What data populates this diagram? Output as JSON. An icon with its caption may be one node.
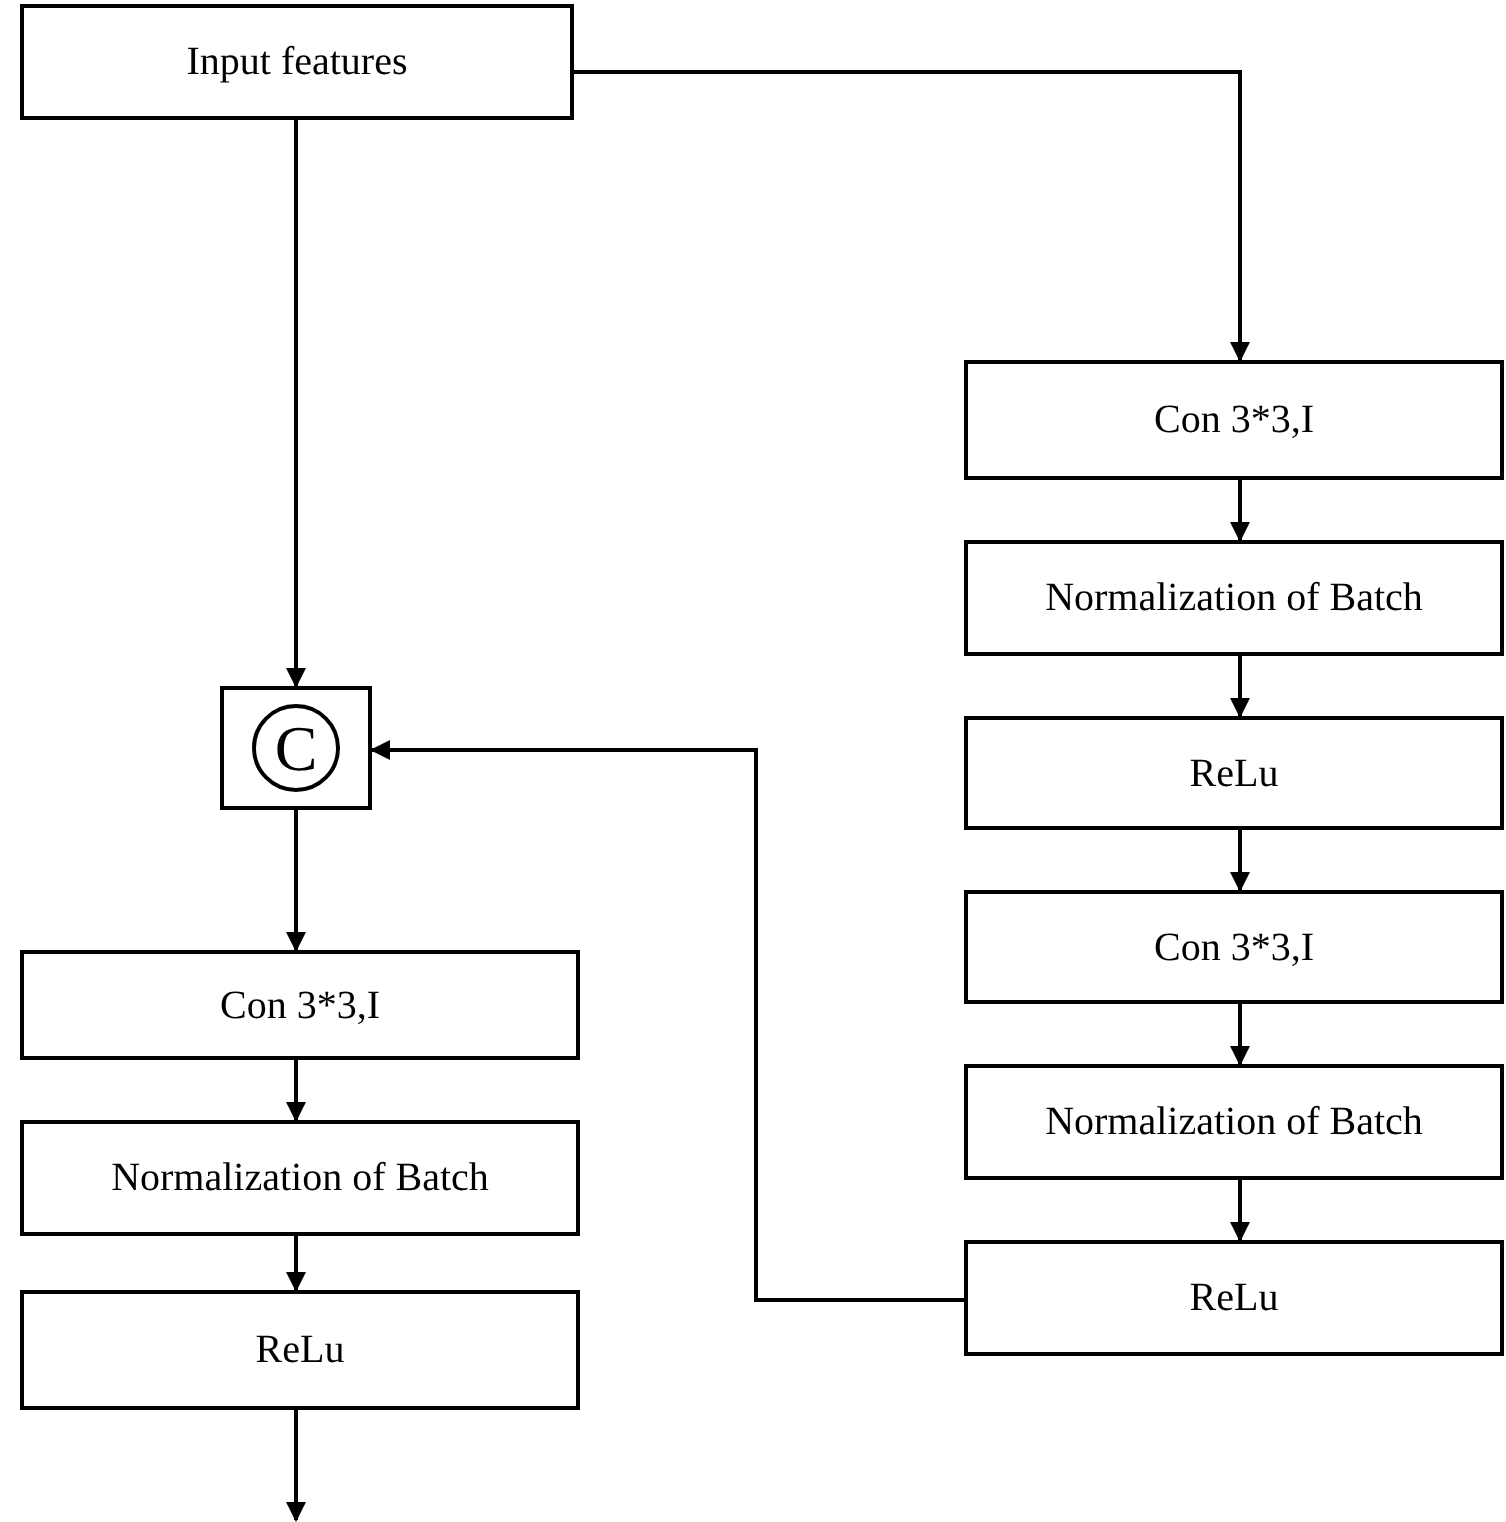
{
  "diagram": {
    "nodes": [
      {
        "text": [
          "Input features"
        ]
      },
      {
        "text": [
          "Con 3*3,I"
        ]
      },
      {
        "text": [
          "Normalization of Batch"
        ]
      },
      {
        "text": [
          "ReLu"
        ]
      },
      {
        "text": [
          "Con 3*3,I"
        ]
      },
      {
        "text": [
          "Normalization of Batch"
        ]
      },
      {
        "text": [
          "ReLu"
        ]
      },
      {
        "text": [
          "C"
        ]
      },
      {
        "text": [
          "Con 3*3,I"
        ]
      },
      {
        "text": [
          "Normalization of Batch"
        ]
      },
      {
        "text": [
          "ReLu"
        ]
      }
    ],
    "edges": [
      {
        "from": 0,
        "to": 1,
        "arrow": "to"
      },
      {
        "from": 0,
        "to": 7,
        "arrow": "to"
      },
      {
        "from": 1,
        "to": 2,
        "arrow": "to"
      },
      {
        "from": 2,
        "to": 3,
        "arrow": "to"
      },
      {
        "from": 3,
        "to": 4,
        "arrow": "to"
      },
      {
        "from": 4,
        "to": 5,
        "arrow": "to"
      },
      {
        "from": 5,
        "to": 6,
        "arrow": "to"
      },
      {
        "from": 6,
        "to": 7,
        "arrow": "to"
      },
      {
        "from": 7,
        "to": 8,
        "arrow": "to"
      },
      {
        "from": 8,
        "to": 9,
        "arrow": "to"
      },
      {
        "from": 9,
        "to": 10,
        "arrow": "to"
      },
      {
        "from": 10,
        "to": null,
        "arrow": "to"
      }
    ]
  }
}
